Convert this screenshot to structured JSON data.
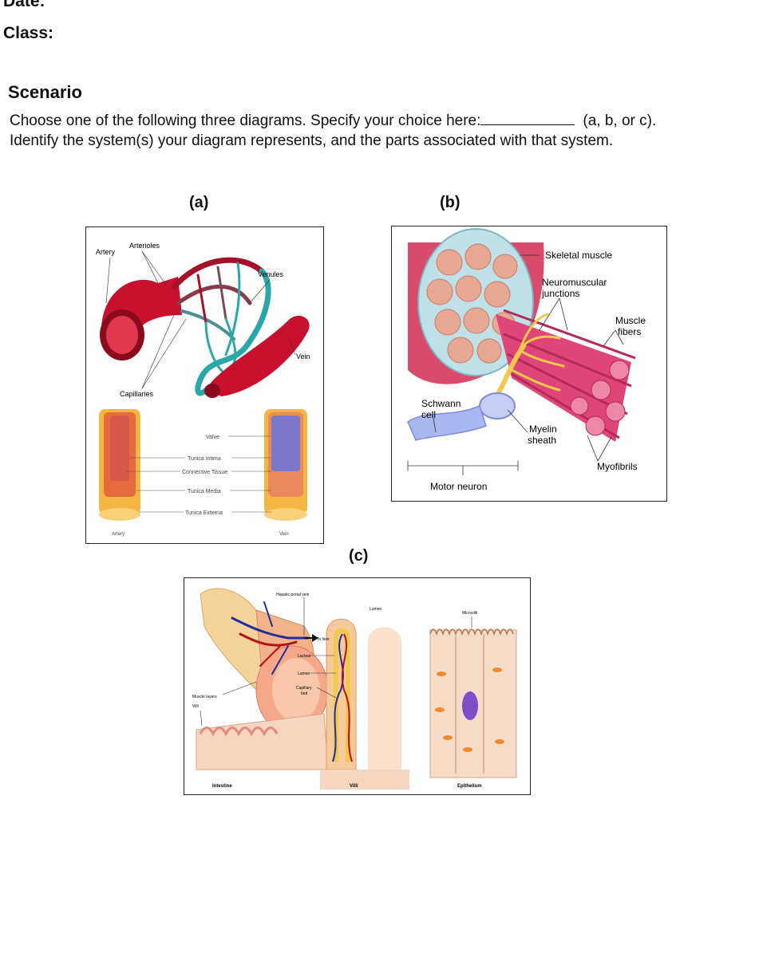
{
  "header": {
    "date_label": "Date:",
    "class_label": "Class:"
  },
  "scenario": {
    "title": "Scenario",
    "line1_before": "Choose one of the following three diagrams. Specify your choice here:",
    "line1_after": "(a, b, or c).",
    "line2": "Identify the system(s) your diagram represents, and the parts associated with that system."
  },
  "panels": {
    "a": {
      "label": "(a)",
      "labels": {
        "artery": "Artery",
        "arterioles": "Arterioles",
        "venules": "Venules",
        "vein": "Vein",
        "capillaries": "Capillaries",
        "valve": "Valve",
        "tunica_intima": "Tunica Intima",
        "connective_tissue": "Connective Tissue",
        "tunica_media": "Tunica Media",
        "tunica_externa": "Tunica Externa",
        "artery_bottom": "Artery",
        "vein_bottom": "Vein"
      }
    },
    "b": {
      "label": "(b)",
      "labels": {
        "skeletal_muscle": "Skeletal muscle",
        "neuromuscular_1": "Neuromuscular",
        "neuromuscular_2": "junctions",
        "muscle_fibers_1": "Muscle",
        "muscle_fibers_2": "fibers",
        "schwann_1": "Schwann",
        "schwann_2": "cell",
        "myelin_1": "Myelin",
        "myelin_2": "sheath",
        "myofibrils": "Myofibrils",
        "motor_neuron": "Motor neuron"
      }
    },
    "c": {
      "label": "(c)",
      "labels": {
        "hepatic_portal_vein": "Hepatic portal vein",
        "to_liver": "To liver",
        "lumen_top": "Lumen",
        "microvilli": "Microvilli",
        "lacteal": "Lacteal",
        "lumen_mid": "Lumen",
        "capillary_1": "Capillary",
        "capillary_2": "bed",
        "muscle_layers": "Muscle layers",
        "villi_small": "Villi",
        "intestine": "Intestine",
        "villi": "Villi",
        "epithelium": "Epithelium"
      }
    }
  },
  "colors": {
    "artery_red": "#c8102e",
    "vein_teal": "#2aa7a8",
    "muscle_pink": "#e0457a",
    "nerve_yellow": "#f2c94c",
    "schwann_blue": "#a9b8f0",
    "tissue_peach": "#f6c99a"
  }
}
